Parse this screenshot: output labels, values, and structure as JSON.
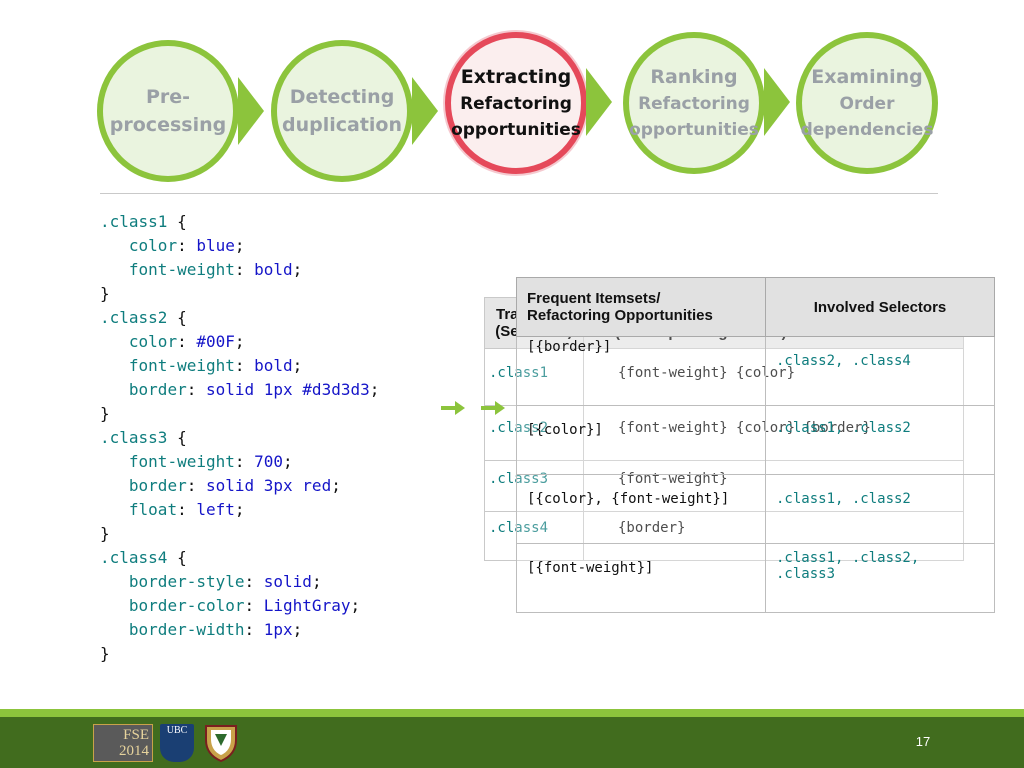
{
  "process": {
    "steps": [
      {
        "line1": "Pre-",
        "line2": "processing",
        "state": "done"
      },
      {
        "line1": "Detecting",
        "line2": "duplication",
        "state": "done"
      },
      {
        "line1": "Extracting",
        "line2": "Refactoring",
        "line3": "opportunities",
        "state": "active"
      },
      {
        "line1": "Ranking",
        "line2": "Refactoring",
        "line3": "opportunities",
        "state": "pending"
      },
      {
        "line1": "Examining",
        "line2": "Order",
        "line3": "dependencies",
        "state": "pending"
      }
    ]
  },
  "code": {
    "c1_sel": ".class1",
    "c1_p1": "color",
    "c1_v1": "blue",
    "c1_p2": "font-weight",
    "c1_v2": "bold",
    "c2_sel": ".class2",
    "c2_p1": "color",
    "c2_v1": "#00F",
    "c2_p2": "font-weight",
    "c2_v2": "bold",
    "c2_p3": "border",
    "c2_v3": "solid 1px #d3d3d3",
    "c3_sel": ".class3",
    "c3_p1": "font-weight",
    "c3_v1": "700",
    "c3_p2": "border",
    "c3_v2": "solid 3px red",
    "c3_p3": "float",
    "c3_v3": "left",
    "c4_sel": ".class4",
    "c4_p1": "border-style",
    "c4_v1": "solid",
    "c4_p2": "border-color",
    "c4_v2": "LightGray",
    "c4_p3": "border-width",
    "c4_v3": "1px",
    "open": " {",
    "close": "}",
    "colon": ": ",
    "semi": ";"
  },
  "transactions": {
    "header_col1_line1": "Tra",
    "header_col1_line2": "(Selectors)",
    "header_col2_line2": "(Corresponding Clones)",
    "rows": [
      {
        "selector": ".class1",
        "items": "{font-weight} {color}"
      },
      {
        "selector": ".class2",
        "items": "{font-weight} {color} {border}"
      },
      {
        "selector": ".class3",
        "items": "{font-weight}"
      },
      {
        "selector": ".class4",
        "items": "{border}"
      }
    ]
  },
  "itemsets": {
    "header_col1_line1": "Frequent Itemsets/",
    "header_col1_line2": "Refactoring Opportunities",
    "header_col2": "Involved Selectors",
    "rows": [
      {
        "itemset": "[{border}]",
        "selectors": ".class2, .class4"
      },
      {
        "itemset": "[{color}]",
        "selectors": ".class1, .class2"
      },
      {
        "itemset": "[{color}, {font-weight}]",
        "selectors": ".class1, .class2"
      },
      {
        "itemset": "[{font-weight}]",
        "selectors_line1": ".class1, .class2,",
        "selectors_line2": ".class3"
      }
    ]
  },
  "footer": {
    "logo_fse_line1": "FSE",
    "logo_fse_line2": "2014",
    "logo_ubc": "UBC",
    "page_number": "17"
  },
  "colors": {
    "accent_green": "#8cc43c",
    "active_red": "#e5495a",
    "footer_dark": "#416c1e",
    "code_teal": "#0f7d7e",
    "code_blue": "#1515c8"
  }
}
